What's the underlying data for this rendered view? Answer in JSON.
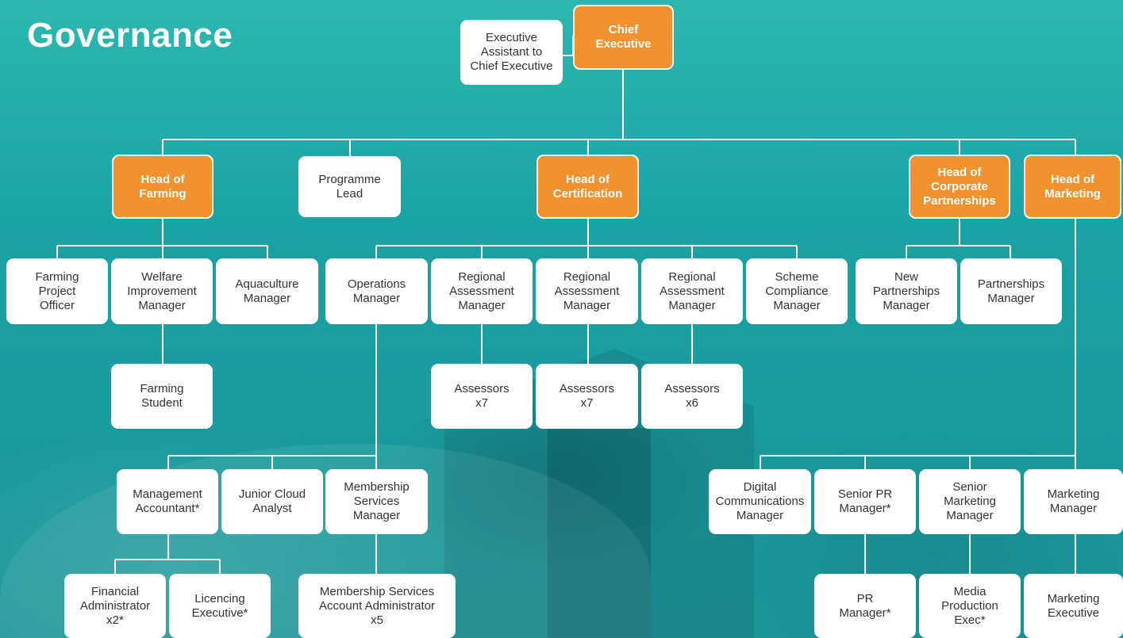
{
  "title": "Governance",
  "colors": {
    "background": "#1aa3a4",
    "head_box": "#f2922e",
    "box": "#ffffff",
    "line": "#ffffff"
  },
  "nodes": {
    "chief_executive": "Chief\nExecutive",
    "executive_assistant": "Executive\nAssistant to\nChief Executive",
    "head_farming": "Head of\nFarming",
    "programme_lead": "Programme\nLead",
    "head_certification": "Head of\nCertification",
    "head_corporate_partnerships": "Head of\nCorporate\nPartnerships",
    "head_marketing": "Head of\nMarketing",
    "farming_project_officer": "Farming\nProject\nOfficer",
    "welfare_improvement_manager": "Welfare\nImprovement\nManager",
    "aquaculture_manager": "Aquaculture\nManager",
    "farming_student": "Farming\nStudent",
    "operations_manager": "Operations\nManager",
    "regional_assessment_manager_1": "Regional\nAssessment\nManager",
    "regional_assessment_manager_2": "Regional\nAssessment\nManager",
    "regional_assessment_manager_3": "Regional\nAssessment\nManager",
    "scheme_compliance_manager": "Scheme\nCompliance\nManager",
    "assessors_1": "Assessors\nx7",
    "assessors_2": "Assessors\nx7",
    "assessors_3": "Assessors\nx6",
    "new_partnerships_manager": "New\nPartnerships\nManager",
    "partnerships_manager": "Partnerships\nManager",
    "management_accountant": "Management\nAccountant*",
    "junior_cloud_analyst": "Junior Cloud\nAnalyst",
    "membership_services_manager": "Membership\nServices\nManager",
    "financial_administrator": "Financial\nAdministrator\nx2*",
    "licencing_executive": "Licencing\nExecutive*",
    "membership_services_account_administrator": "Membership Services\nAccount Administrator\nx5",
    "digital_communications_manager": "Digital\nCommunications\nManager",
    "senior_pr_manager": "Senior PR\nManager*",
    "senior_marketing_manager": "Senior\nMarketing\nManager",
    "marketing_manager": "Marketing\nManager",
    "pr_manager": "PR\nManager*",
    "media_production_exec": "Media\nProduction\nExec*",
    "marketing_executive": "Marketing\nExecutive"
  }
}
